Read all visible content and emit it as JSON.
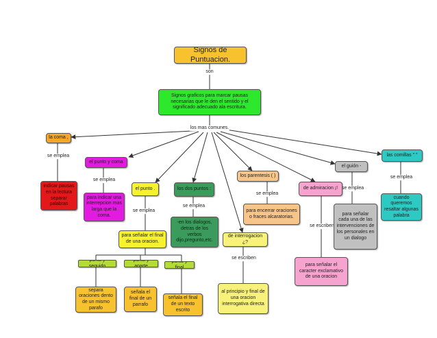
{
  "colors": {
    "gold": "#f7c22e",
    "green": "#2ee82e",
    "orange": "#f7a52b",
    "red": "#e3181b",
    "magenta": "#e31ae0",
    "yellow": "#f7f22e",
    "darkgreen": "#3a9b5c",
    "teal": "#2fc9c4",
    "lightorange": "#f7c48a",
    "pink": "#f7a3d0",
    "gray": "#c0c0c0",
    "lightyellow": "#f9f27a",
    "olive": "#b3dc35",
    "line": "#333333"
  },
  "nodes": {
    "title": "Signos de Puntuacion.",
    "definition": "Signos graficos para marcar pausas necesarias que le den el sentido y el significado adecuado ala escritura.",
    "coma": "la coma ,",
    "coma_use": "indicar pausas en la lectura separar palabras",
    "punto_coma": "el punto y coma",
    "punto_coma_use": "para indicar una interrepcion mas larga que la coma.",
    "punto": "el punto .",
    "punto_use": "para señalar el final de una oracion.",
    "punto_seguido": "punto y seguido",
    "punto_seguido_use": "separa oraciones dento de un mismo parafo",
    "punto_aparte": "punto y aparte",
    "punto_aparte_use": "señala el final de un parrafo",
    "punto_final": "punto y final",
    "punto_final_use": "señala el final de un texto escrito",
    "dos_puntos": "los dos puntos :",
    "dos_puntos_use": "-en los dialogos, detras de los verbos dijo,pregunto,etc.",
    "interrogacion": "de interrogacion ¿?",
    "interrogacion_use": "al principio y final de una oracion interrogativa directa",
    "parentesis": "los parentesis ( )",
    "parentesis_use": "para encerrar oraciones o fraces alcaratorias.",
    "admiracion": "de admiracion ¡!",
    "admiracion_use": "para señalar el caracter exclamativo de una oracion",
    "guion": "el guión -",
    "guion_use": "para señalar cada una de las intervenciones de los personales en un dialogo",
    "comillas": "las comillas \" \"",
    "comillas_use": "cuando queremos resaltar algunas palabra"
  },
  "link_labels": {
    "son": "son",
    "los_mas_comunes": "los mas comunes.",
    "se_emplea": "se emplea",
    "se_escriben": "se escriben"
  }
}
